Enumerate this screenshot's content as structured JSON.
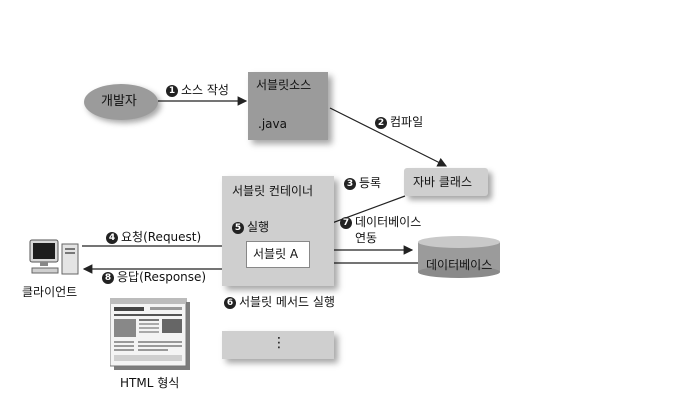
{
  "developer": {
    "label": "개발자"
  },
  "source_box": {
    "title": "서블릿소스",
    "ext": ".java"
  },
  "java_class": {
    "label": "자바 클래스"
  },
  "container": {
    "title": "서블릿 컨테이너"
  },
  "servlet_a": {
    "label": "서블릿 A"
  },
  "database": {
    "label": "데이터베이스"
  },
  "client": {
    "label": "클라이언트"
  },
  "html_caption": {
    "label": "HTML 형식"
  },
  "ellipsis": {
    "label": "⋮"
  },
  "steps": {
    "s1": {
      "n": "1",
      "text": "소스 작성"
    },
    "s2": {
      "n": "2",
      "text": "컴파일"
    },
    "s3": {
      "n": "3",
      "text": "등록"
    },
    "s4": {
      "n": "4",
      "text": "요청(Request)"
    },
    "s5": {
      "n": "5",
      "text": "실행"
    },
    "s6": {
      "n": "6",
      "text": "서블릿 메서드 실행"
    },
    "s7": {
      "n": "7",
      "text": "데이터베이스",
      "text2": "연동"
    },
    "s8": {
      "n": "8",
      "text": "응답(Response)"
    }
  }
}
